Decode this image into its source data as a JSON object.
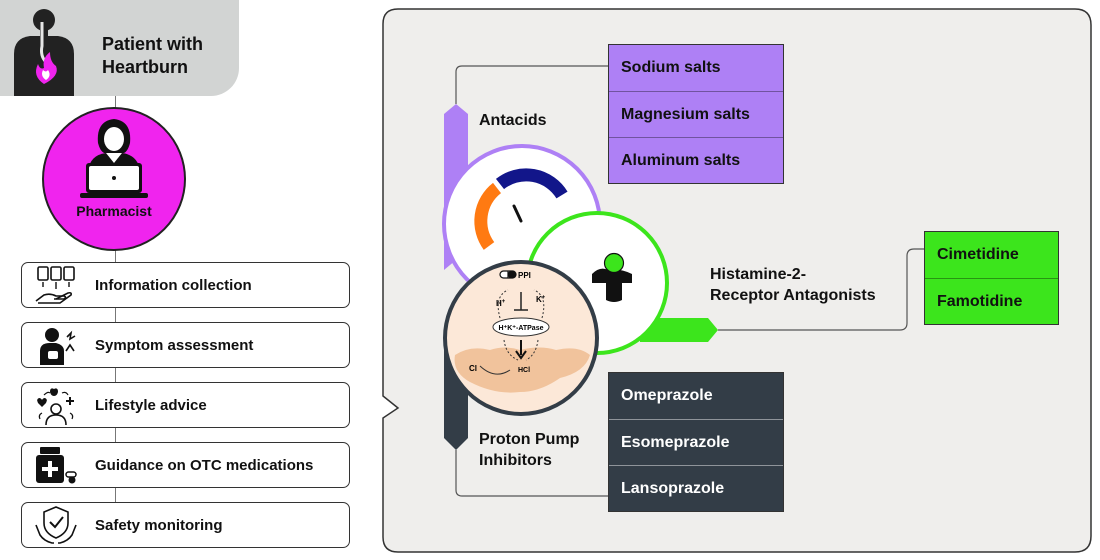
{
  "patient": {
    "label_line1": "Patient with",
    "label_line2": "Heartburn"
  },
  "pharmacist": {
    "label": "Pharmacist"
  },
  "steps": [
    {
      "label": "Information collection",
      "icon": "documents-hand-icon"
    },
    {
      "label": "Symptom assessment",
      "icon": "person-pain-icon"
    },
    {
      "label": "Lifestyle advice",
      "icon": "lifestyle-person-icon"
    },
    {
      "label": "Guidance on OTC medications",
      "icon": "medicine-bottle-icon"
    },
    {
      "label": "Safety monitoring",
      "icon": "shield-hands-icon"
    }
  ],
  "drug_classes": {
    "antacids": {
      "label": "Antacids",
      "items": [
        "Sodium salts",
        "Magnesium salts",
        "Aluminum salts"
      ],
      "color": "#ae80f5"
    },
    "h2ra": {
      "label_line1": "Histamine-2-",
      "label_line2": "Receptor Antagonists",
      "items": [
        "Cimetidine",
        "Famotidine"
      ],
      "color": "#3ce51c"
    },
    "ppi": {
      "label_line1": "Proton Pump",
      "label_line2": "Inhibitors",
      "items": [
        "Omeprazole",
        "Esomeprazole",
        "Lansoprazole"
      ],
      "color": "#333d47"
    }
  },
  "ppi_mechanism": {
    "drug": "PPI",
    "h_ion": "H",
    "k_ion": "K",
    "ion_charge": "+",
    "pump": "H⁺K⁺-ATPase",
    "cl": "Cl",
    "product": "HCl"
  }
}
